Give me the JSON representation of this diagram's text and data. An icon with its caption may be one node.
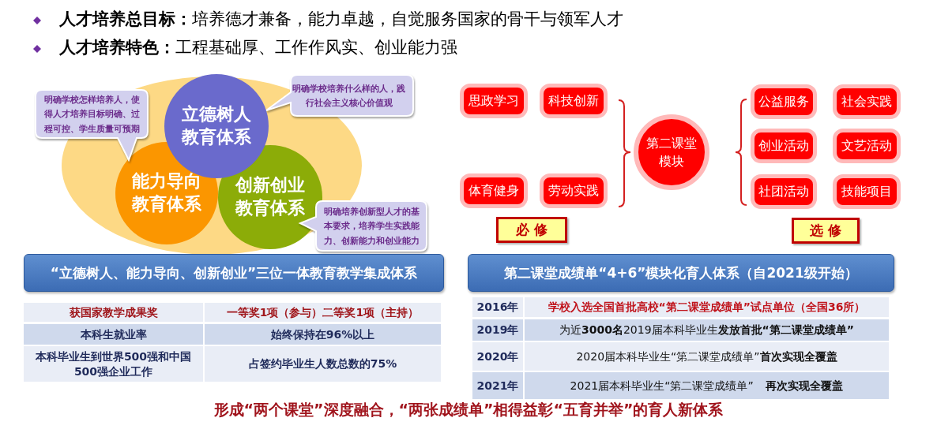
{
  "diagram": {
    "caption": "形成“两个课堂”深度融合，“两张成绩单”相得益彰“五育并举”的育人新体系",
    "nodes": [
      {
        "text": [
          "立德树人教育体系"
        ]
      },
      {
        "text": [
          "能力导向教育体系"
        ]
      },
      {
        "text": [
          "创新创业教育体系"
        ]
      },
      {
        "text": [
          "明确学校怎样培养人，使得人才培养目标明确、过程可控、学生质量可预期"
        ]
      },
      {
        "text": [
          "明确学校培养什么样的人，践行社会主义核心价值观"
        ]
      },
      {
        "text": [
          "明确培养创新型人才的基本要求，培养学生实践能力、创新能力和创业能力"
        ]
      },
      {
        "text": [
          "“立德树人、能力导向、创新创业”三位一体教育教学集成体系"
        ]
      },
      {
        "text": [
          "思政学习"
        ]
      },
      {
        "text": [
          "科技创新"
        ]
      },
      {
        "text": [
          "体育健身"
        ]
      },
      {
        "text": [
          "劳动实践"
        ]
      },
      {
        "text": [
          "第二课堂模块"
        ]
      },
      {
        "text": [
          "公益服务"
        ]
      },
      {
        "text": [
          "社会实践"
        ]
      },
      {
        "text": [
          "创业活动"
        ]
      },
      {
        "text": [
          "文艺活动"
        ]
      },
      {
        "text": [
          "社团活动"
        ]
      },
      {
        "text": [
          "技能项目"
        ]
      },
      {
        "text": [
          "必 修"
        ]
      },
      {
        "text": [
          "选 修"
        ]
      },
      {
        "text": [
          "第二课堂成绩单“4+6”模块化育人体系（自2021级开始）"
        ]
      }
    ],
    "labels": [
      "**人才培养总目标：**培养德才兼备，能力卓越，自觉服务国家的骨干与领军人才",
      "**人才培养特色：**工程基础厚、工作作风实、创业能力强",
      "获国家教学成果奖",
      "一等奖1项（参与）二等奖1项（主持）",
      "本科生就业率",
      "始终保持在96%以上",
      "本科毕业生到世界500强和中国500强企业工作",
      "占签约毕业生人数总数的75%",
      "2016年",
      "学校入选全国首批高校“第二课堂成绩单”试点单位（全国36所）",
      "2019年",
      "为近**3000名**2019届本科毕业生**发放首批“第二课堂成绩单”**",
      "2020年",
      "2020届本科毕业生“第二课堂成绩单”**首次实现全覆盖**",
      "2021年",
      "2021届本科毕业生“第二课堂成绩单” **再次实现全覆盖**"
    ]
  }
}
